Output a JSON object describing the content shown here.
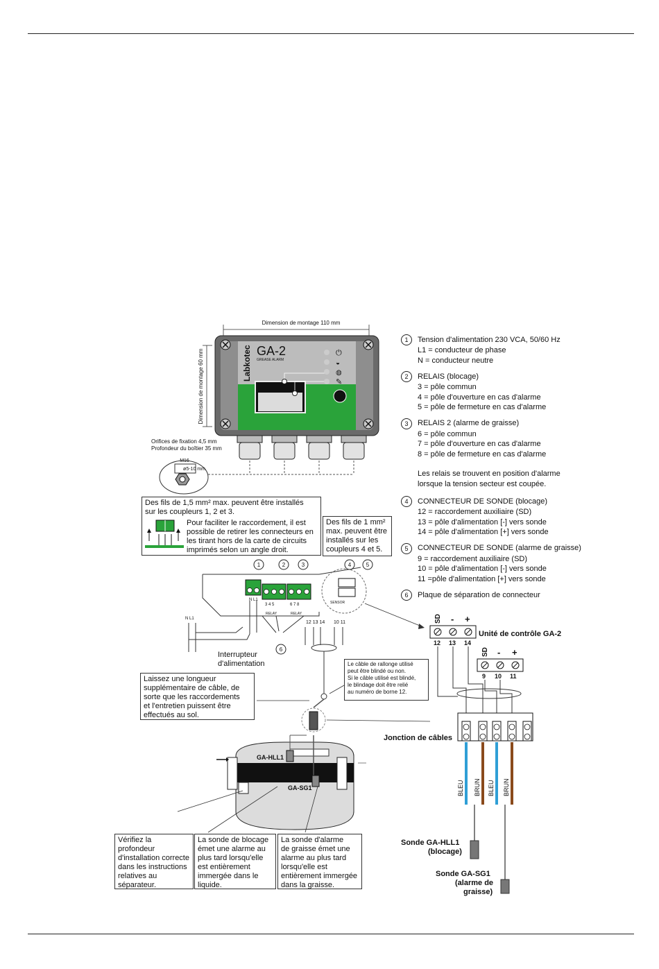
{
  "legend": [
    {
      "n": "1",
      "title": "Tension d'alimentation 230 VCA, 50/60 Hz",
      "lines": [
        "L1 = conducteur de phase",
        "N = conducteur neutre"
      ]
    },
    {
      "n": "2",
      "title": "RELAIS (blocage)",
      "lines": [
        "3 = pôle commun",
        "4 = pôle d'ouverture en cas d'alarme",
        "5 = pôle de fermeture en cas d'alarme"
      ]
    },
    {
      "n": "3",
      "title": "RELAIS 2 (alarme de graisse)",
      "lines": [
        "6 = pôle commun",
        "7 = pôle d'ouverture en cas d'alarme",
        "8 = pôle de fermeture en cas d'alarme"
      ]
    },
    {
      "n": "4",
      "title": "CONNECTEUR DE SONDE (blocage)",
      "lines": [
        "12 = raccordement auxiliaire (SD)",
        "13 = pôle d'alimentation [-] vers sonde",
        "14 = pôle d'alimentation [+] vers sonde"
      ]
    },
    {
      "n": "5",
      "title": "CONNECTEUR DE SONDE (alarme de graisse)",
      "lines": [
        "9 = raccordement auxiliaire (SD)",
        "10 = pôle d'alimentation [-] vers sonde",
        "11 =pôle d'alimentation [+] vers sonde"
      ]
    },
    {
      "n": "6",
      "title": "Plaque de séparation de connecteur",
      "lines": []
    }
  ],
  "relay_note": [
    "Les relais se trouvent en position d'alarme",
    "lorsque la tension secteur est coupée."
  ],
  "device": {
    "brand": "Labkotec",
    "model": "GA-2",
    "subtitle": "GREASE ALARM",
    "dim_width": "Dimension de montage 110 mm",
    "dim_height": "Dimension de montage 60 mm"
  },
  "fixing": {
    "line1": "Orifices de fixation 4,5 mm",
    "line2": "Profondeur du boîtier 35 mm",
    "gland1": "M16",
    "gland2": "ø5-10 mm"
  },
  "box_wires15": {
    "l1": "Des fils  de 1,5 mm² max. peuvent être installés",
    "l2": "sur les coupleurs 1, 2 et 3.",
    "t1": "Pour faciliter le raccordement, il est",
    "t2": "possible de retirer les connecteurs en",
    "t3": "les tirant hors de la carte de circuits",
    "t4": "imprimés selon un angle droit."
  },
  "box_wires1": {
    "l1": "Des fils de 1 mm²",
    "l2": "max. peuvent être",
    "l3": "installés sur les",
    "l4": "coupleurs 4 et 5."
  },
  "terminals": {
    "t1": "N  L1",
    "t2": "3   4   5",
    "t3": "6   7   8",
    "relay": "RELAY",
    "relay2": "RELAY",
    "sensor": "SENSOR",
    "mains": "N  L1",
    "probe_nums": "12  13  14",
    "probe_nums2": "10  11"
  },
  "switch": {
    "l1": "Interrupteur",
    "l2": "d'alimentation"
  },
  "cable_note": {
    "l1": "Le câble de rallonge utilisé",
    "l2": "peut être blindé ou non.",
    "l3": "Si le câble utilisé est blindé,",
    "l4": "le blindage doit être relié",
    "l5": "au numéro de borne 12."
  },
  "slack": {
    "l1": "Laissez une longueur",
    "l2": "supplémentaire de câble, de",
    "l3": "sorte que les raccordements",
    "l4": "et l'entretien puissent être",
    "l5": "effectués au sol."
  },
  "control": {
    "title": "Unité de contrôle GA-2",
    "sd": "SD",
    "minus": "-",
    "plus": "+",
    "n12": "12",
    "n13": "13",
    "n14": "14",
    "n9": "9",
    "n10": "10",
    "n11": "11"
  },
  "junction": "Jonction de câbles",
  "wire_colors": {
    "bleu": "BLEU",
    "brun": "BRUN"
  },
  "probes": {
    "hll1": "GA-HLL1",
    "sg1": "GA-SG1",
    "sonde_hll1": "Sonde GA-HLL1",
    "hll1_sub": "(blocage)",
    "sonde_sg1": "Sonde GA-SG1",
    "sg1_sub1": "(alarme de",
    "sg1_sub2": "graisse)"
  },
  "bottom_boxes": [
    [
      "Vérifiez la",
      "profondeur",
      "d'installation correcte",
      "dans les instructions",
      "relatives au",
      "séparateur."
    ],
    [
      "La sonde de blocage",
      "émet une alarme au",
      "plus tard lorsqu'elle",
      "est entièrement",
      "immergée dans le",
      "liquide."
    ],
    [
      "La sonde d'alarme",
      "de graisse émet une",
      "alarme au plus tard",
      "lorsqu'elle est",
      "entièrement immergée",
      "dans la graisse."
    ]
  ],
  "colors": {
    "green": "#2aa33a",
    "blue": "#2f9fd6",
    "brown": "#8a4a1c"
  }
}
